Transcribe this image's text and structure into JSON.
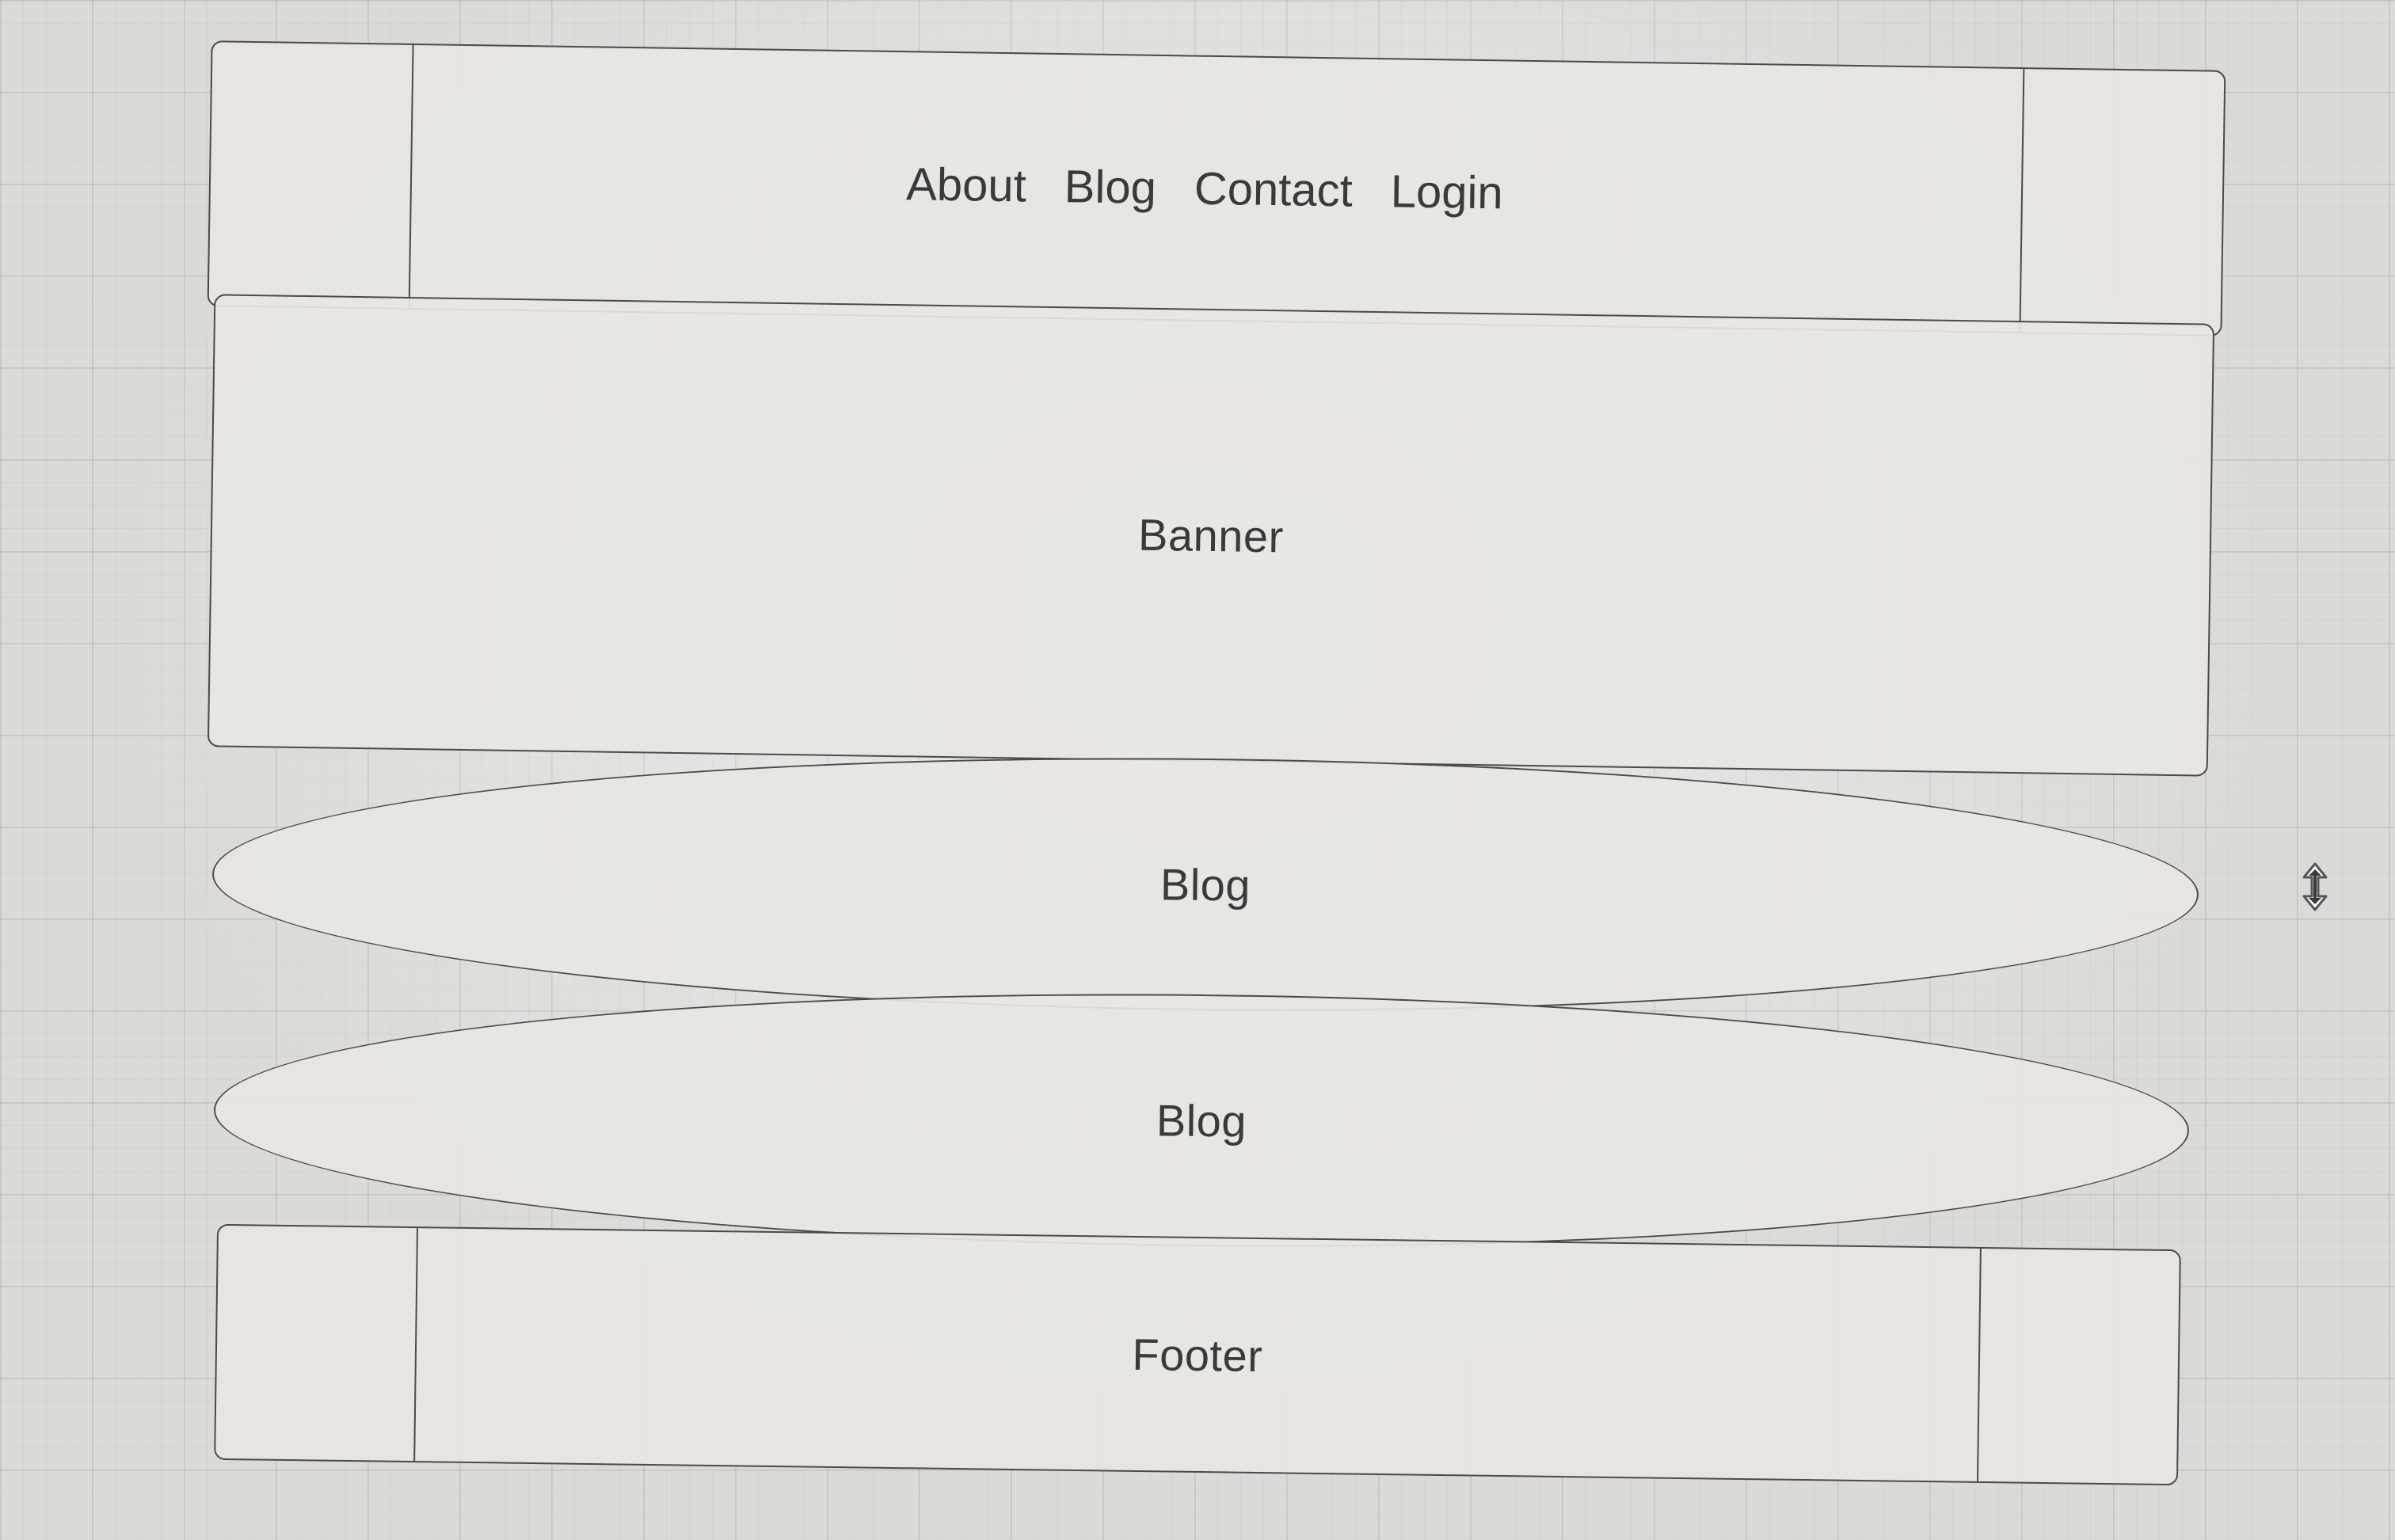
{
  "header": {
    "nav_items": [
      "About",
      "Blog",
      "Contact",
      "Login"
    ]
  },
  "banner": {
    "label": "Banner"
  },
  "blog_sections": [
    {
      "label": "Blog"
    },
    {
      "label": "Blog"
    }
  ],
  "footer": {
    "label": "Footer"
  },
  "cursor": {
    "icon": "resize-vertical-cursor-icon"
  }
}
